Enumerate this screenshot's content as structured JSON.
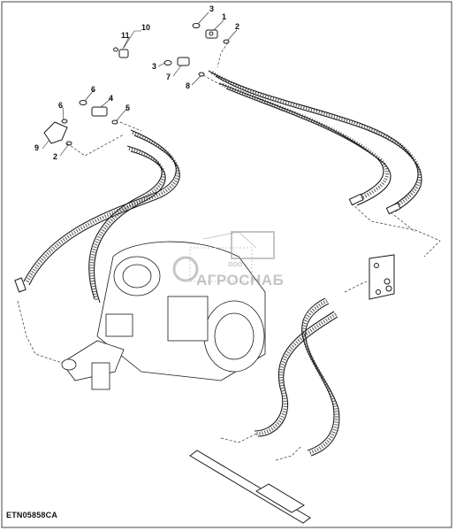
{
  "figure": {
    "reference_code": "ETN05858CA",
    "watermark": {
      "brand": "АГРОСНАБ",
      "prefix": "ООО"
    }
  },
  "callouts": {
    "c1": "1",
    "c2a": "2",
    "c2b": "2",
    "c3a": "3",
    "c3b": "3",
    "c4": "4",
    "c5": "5",
    "c6a": "6",
    "c6b": "6",
    "c7": "7",
    "c8": "8",
    "c9": "9",
    "c10": "10",
    "c11": "11"
  }
}
